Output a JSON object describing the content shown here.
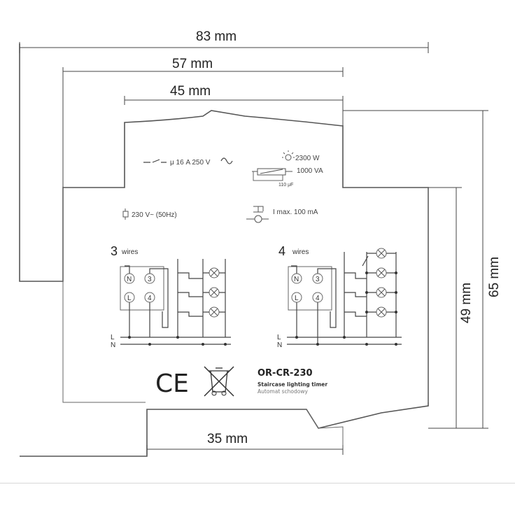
{
  "dimensions": {
    "width_83": "83 mm",
    "width_57": "57 mm",
    "width_45": "45 mm",
    "width_35": "35 mm",
    "height_65": "65 mm",
    "height_49": "49 mm"
  },
  "specs": {
    "contact": "μ 16 A 250 V",
    "lamp_power": "2300 W",
    "fluor_power": "1000 VA",
    "capacitance": "110 μF",
    "coil": "230 V~ (50Hz)",
    "current": "I max. 100 mA"
  },
  "wiring": {
    "three_num": "3",
    "four_num": "4",
    "wires_word": "wires",
    "term_n": "N",
    "term_l": "L",
    "term_3": "3",
    "term_4": "4",
    "line_l": "L",
    "line_n": "N"
  },
  "product": {
    "ce_mark": "CE",
    "model": "OR-CR-230",
    "description": "Staircase lighting timer",
    "description_pl": "Automat schodowy"
  }
}
